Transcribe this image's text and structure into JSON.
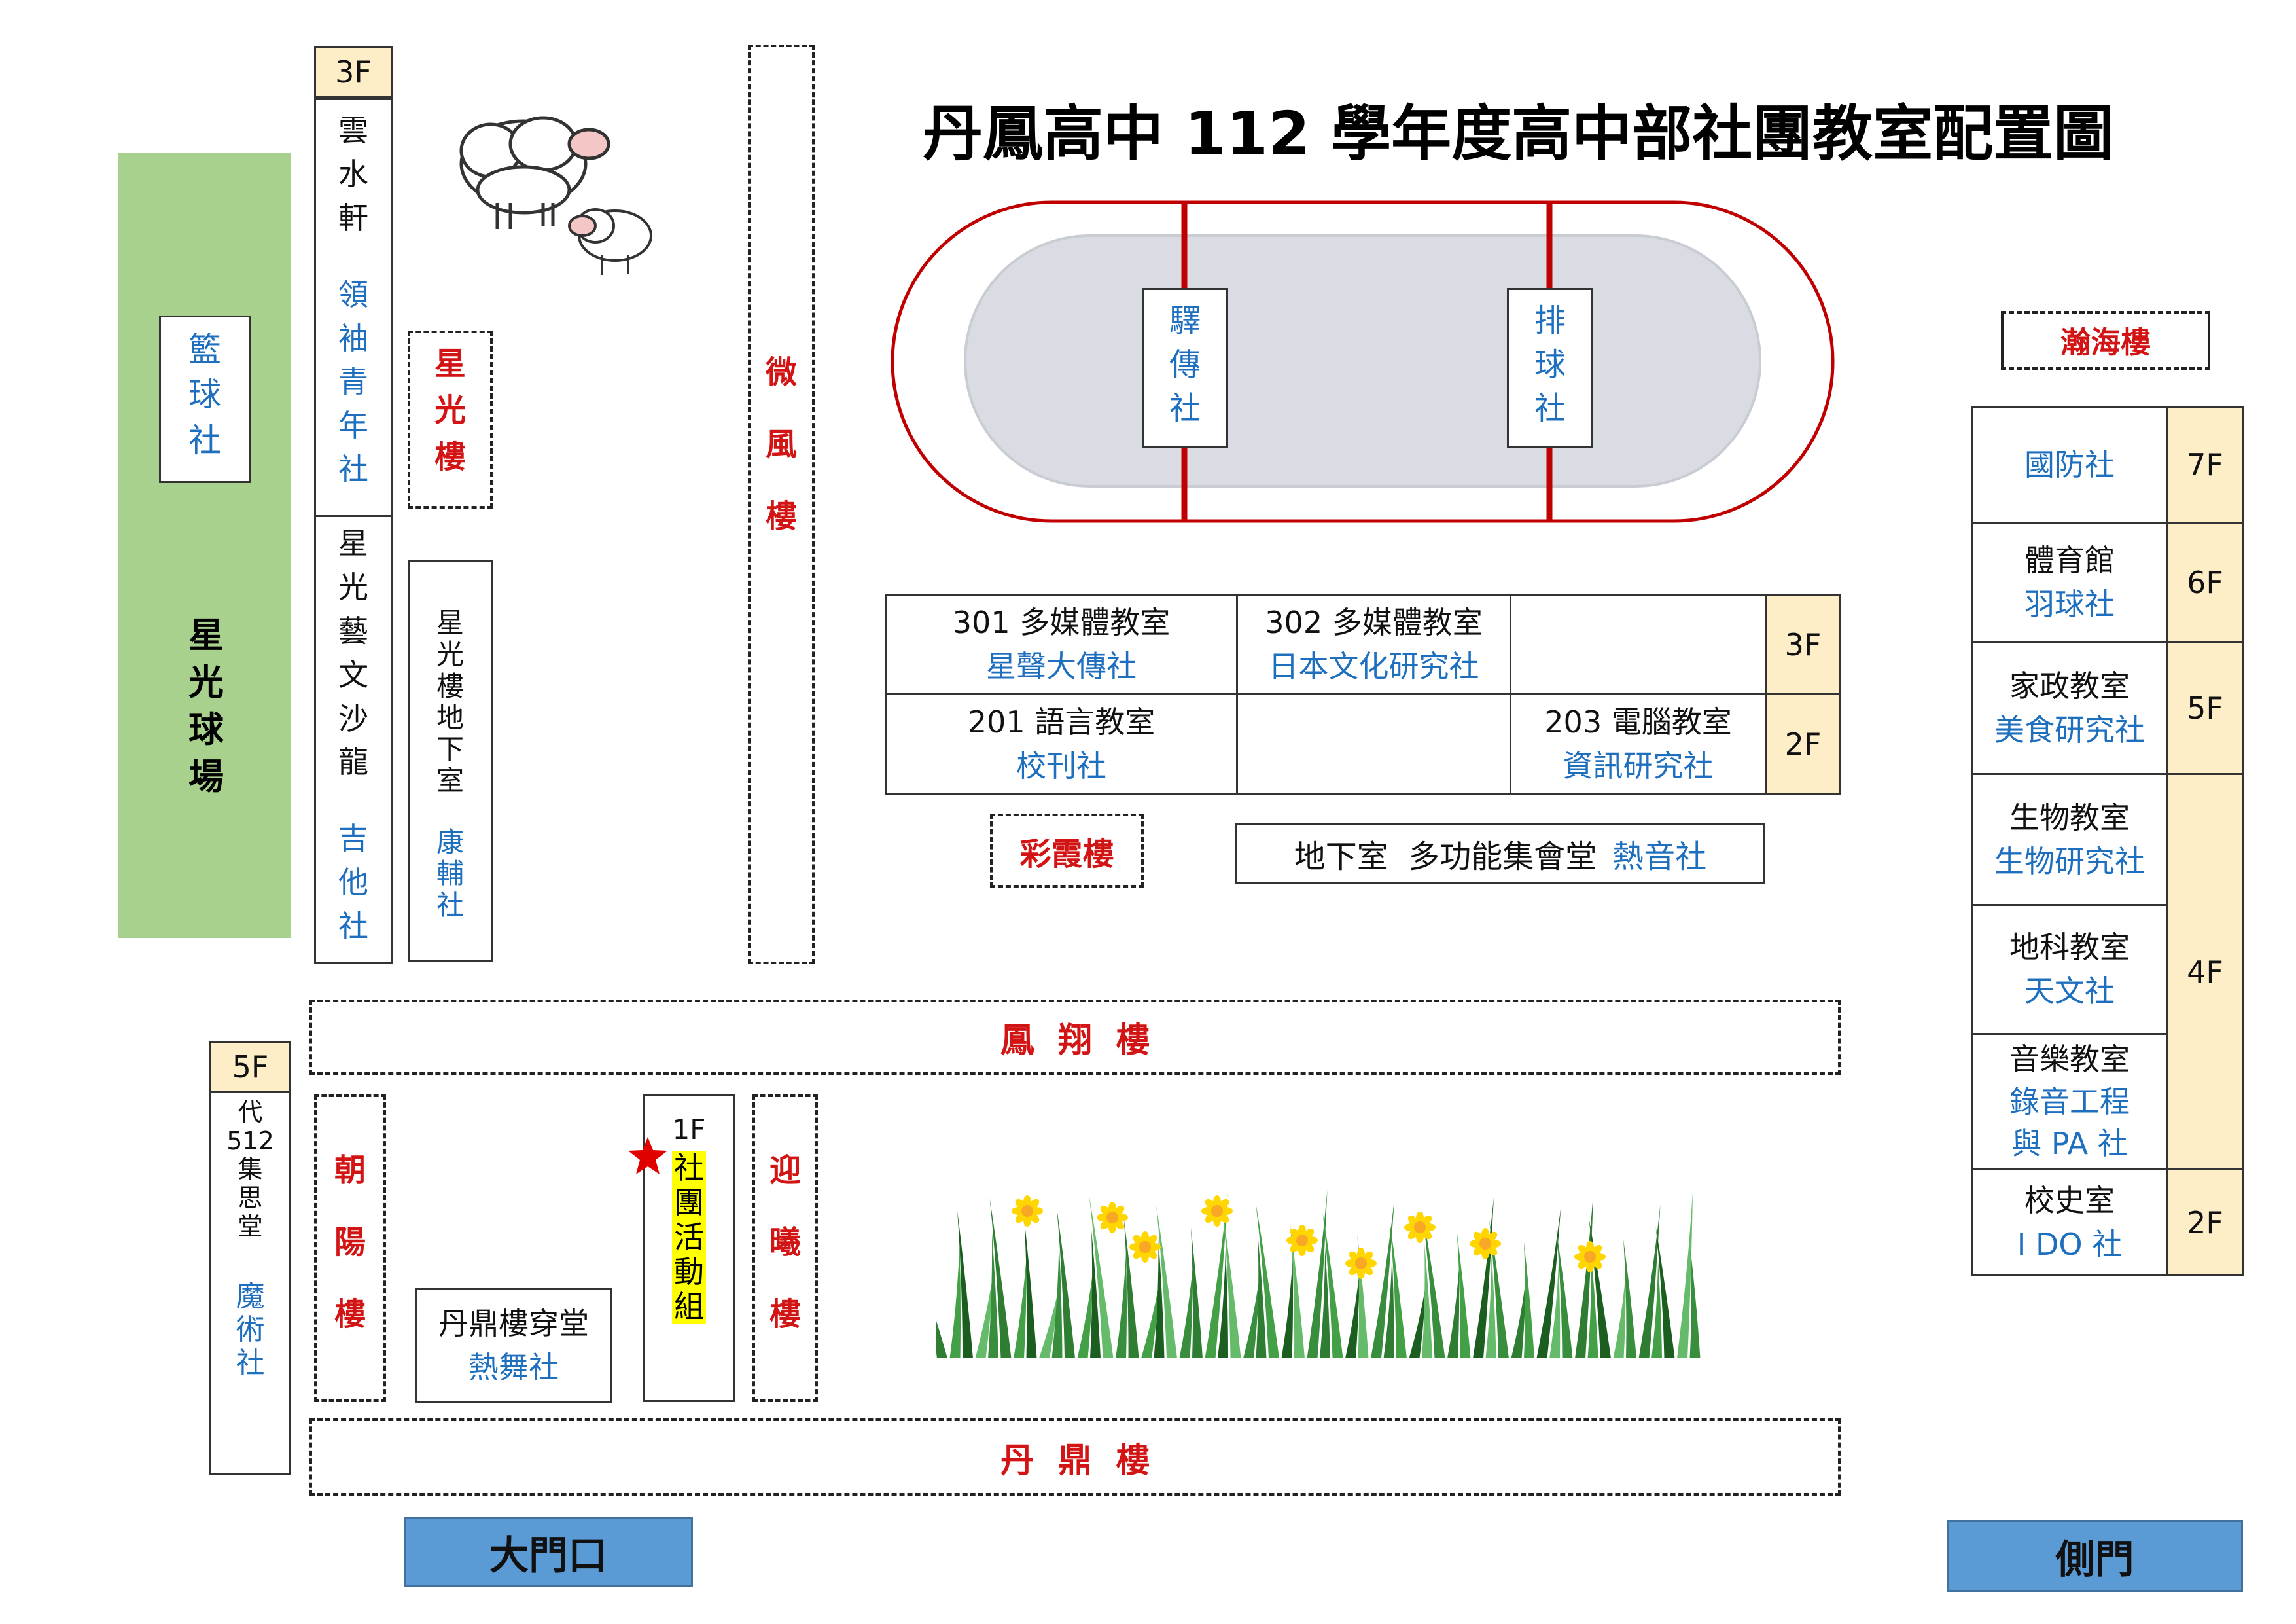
{
  "title": "丹鳳高中 112 學年度高中部社團教室配置圖",
  "court": {
    "name": "星光球場",
    "club": "籃球社"
  },
  "yunshui": {
    "floor": "3F",
    "name": "雲水軒",
    "club": "領袖青年社"
  },
  "salon": {
    "name": "星光藝文沙龍",
    "club": "吉他社"
  },
  "xingguang_bldg": "星光樓",
  "xingguang_basement": {
    "name": "星光樓地下室",
    "club": "康輔社"
  },
  "weifeng": "微風樓",
  "track": {
    "left_club": "驛傳社",
    "right_club": "排球社"
  },
  "hanhai": {
    "name": "瀚海樓",
    "rows": [
      {
        "room": "",
        "club": "國防社",
        "floor": "7F"
      },
      {
        "room": "體育館",
        "club": "羽球社",
        "floor": "6F"
      },
      {
        "room": "家政教室",
        "club": "美食研究社",
        "floor": "5F"
      },
      {
        "room": "生物教室",
        "club": "生物研究社"
      },
      {
        "room": "地科教室",
        "club": "天文社"
      },
      {
        "room": "音樂教室",
        "club": "錄音工程與 PA 社"
      },
      {
        "room": "校史室",
        "club": "I DO 社",
        "floor": "2F"
      }
    ],
    "floor_4f": "4F",
    "music_club_line1": "錄音工程",
    "music_club_line2": "與 PA 社"
  },
  "center": {
    "r301": {
      "room": "301 多媒體教室",
      "club": "星聲大傳社"
    },
    "r302": {
      "room": "302 多媒體教室",
      "club": "日本文化研究社"
    },
    "f3": "3F",
    "r201": {
      "room": "201 語言教室",
      "club": "校刊社"
    },
    "r203": {
      "room": "203 電腦教室",
      "club": "資訊研究社"
    },
    "f2": "2F"
  },
  "caixia": "彩霞樓",
  "basement_hall": {
    "label": "地下室  多功能集會堂",
    "club": "熱音社"
  },
  "fengxiang": "鳳  翔  樓",
  "dai512": {
    "floor": "5F",
    "name": "代512集思堂",
    "club": "魔術社"
  },
  "zhaoyang": "朝陽樓",
  "dianding_passage": {
    "name": "丹鼎樓穿堂",
    "club": "熱舞社"
  },
  "activity": {
    "floor": "1F",
    "name": "社團活動組"
  },
  "yingxi": "迎曦樓",
  "danding": "丹  鼎  樓",
  "main_gate": "大門口",
  "side_gate": "側門",
  "colors": {
    "court": "#a9d18e",
    "floor_tag": "#fdeec8",
    "gate": "#5b9bd5",
    "track": "#c00000",
    "club_text": "#1f6fbf",
    "building_text": "#d21414",
    "highlight": "#ffff00"
  }
}
